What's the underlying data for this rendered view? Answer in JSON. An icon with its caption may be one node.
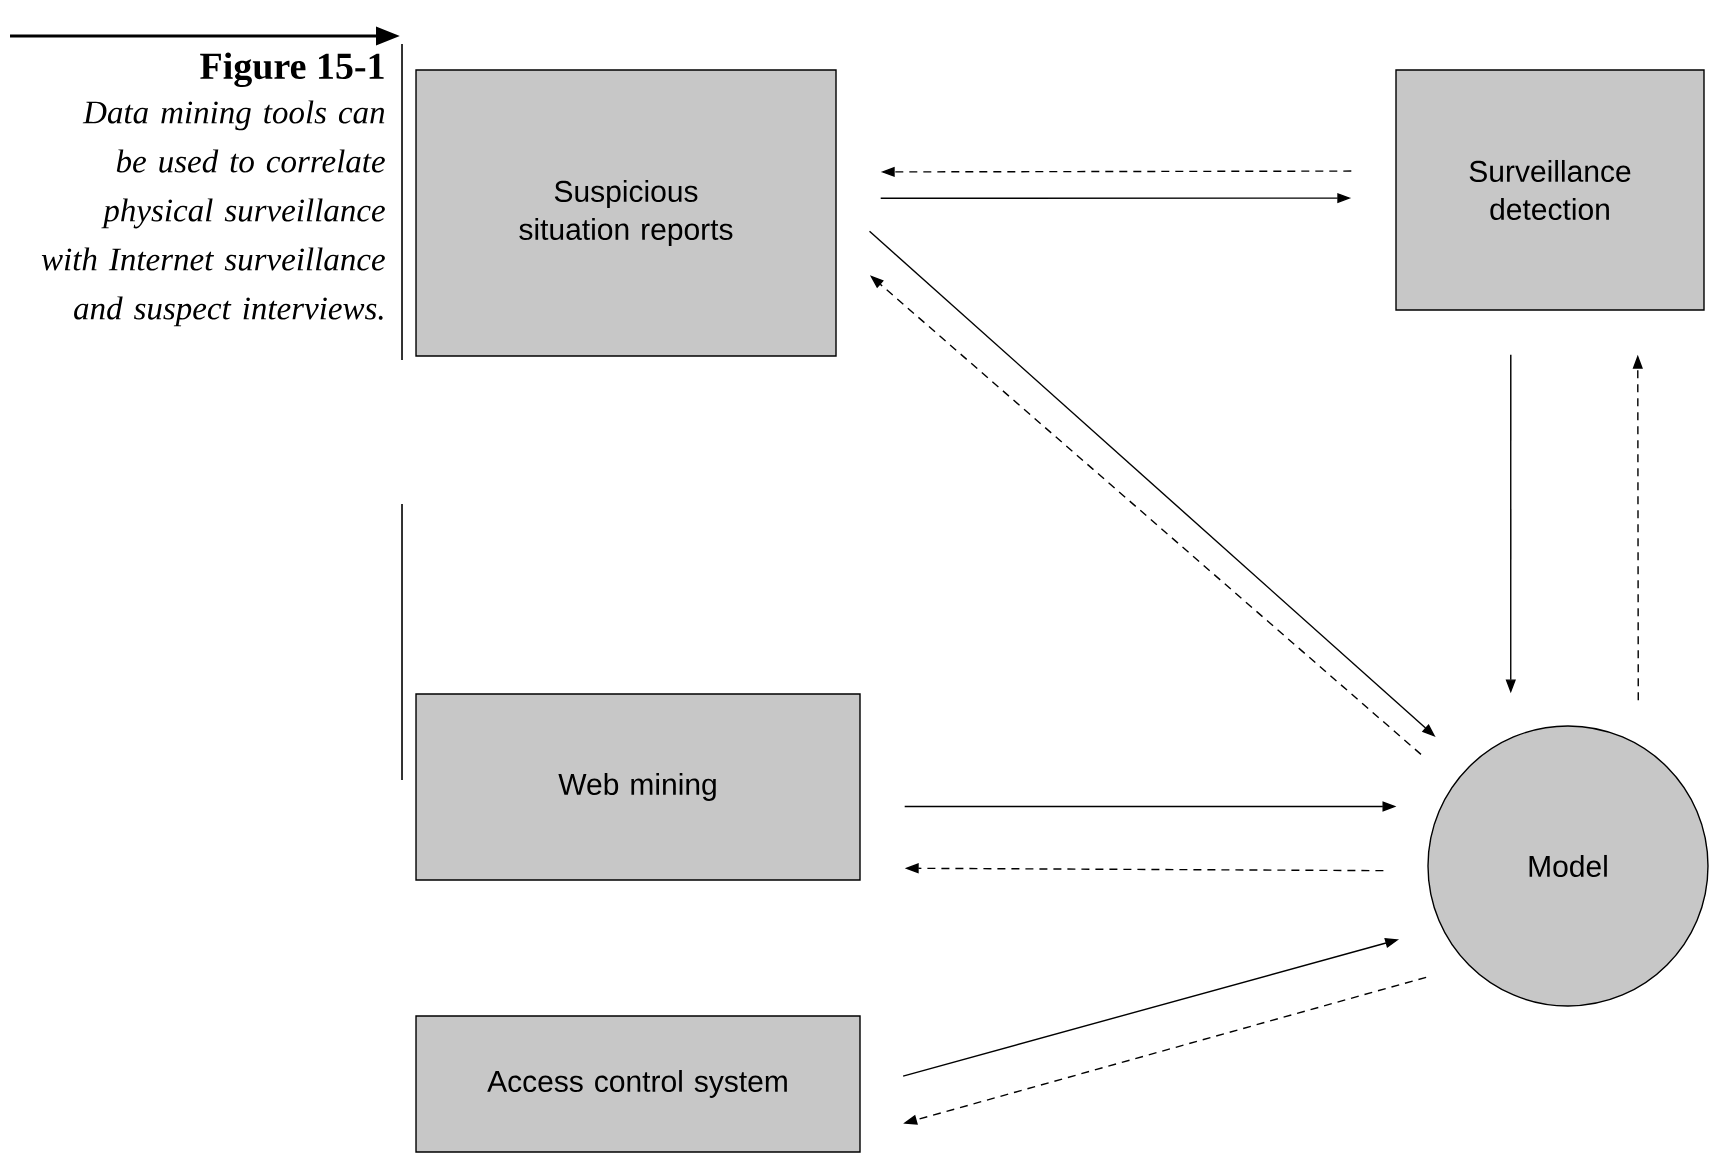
{
  "diagram": {
    "title": "Figure 15-1",
    "caption": "Data mining tools can be used to correlate physical surveillance with Internet surveillance and suspect interviews.",
    "nodes": [
      {
        "text": [
          "Suspicious situation reports"
        ]
      },
      {
        "text": [
          "Surveillance detection"
        ]
      },
      {
        "text": [
          "Web mining"
        ]
      },
      {
        "text": [
          "Model"
        ]
      },
      {
        "text": [
          "Access control system"
        ]
      }
    ],
    "edges": [
      {
        "from": 1,
        "to": 0,
        "arrow": "to",
        "style": "dashed"
      },
      {
        "from": 0,
        "to": 1,
        "arrow": "to"
      },
      {
        "from": 0,
        "to": 3,
        "arrow": "to"
      },
      {
        "from": 3,
        "to": 0,
        "arrow": "to",
        "style": "dashed"
      },
      {
        "from": 1,
        "to": 3,
        "arrow": "to"
      },
      {
        "from": 3,
        "to": 1,
        "arrow": "to",
        "style": "dashed"
      },
      {
        "from": 2,
        "to": 3,
        "arrow": "to"
      },
      {
        "from": 3,
        "to": 2,
        "arrow": "to",
        "style": "dashed"
      },
      {
        "from": 4,
        "to": 3,
        "arrow": "to"
      },
      {
        "from": 3,
        "to": 4,
        "arrow": "to",
        "style": "dashed"
      }
    ]
  }
}
